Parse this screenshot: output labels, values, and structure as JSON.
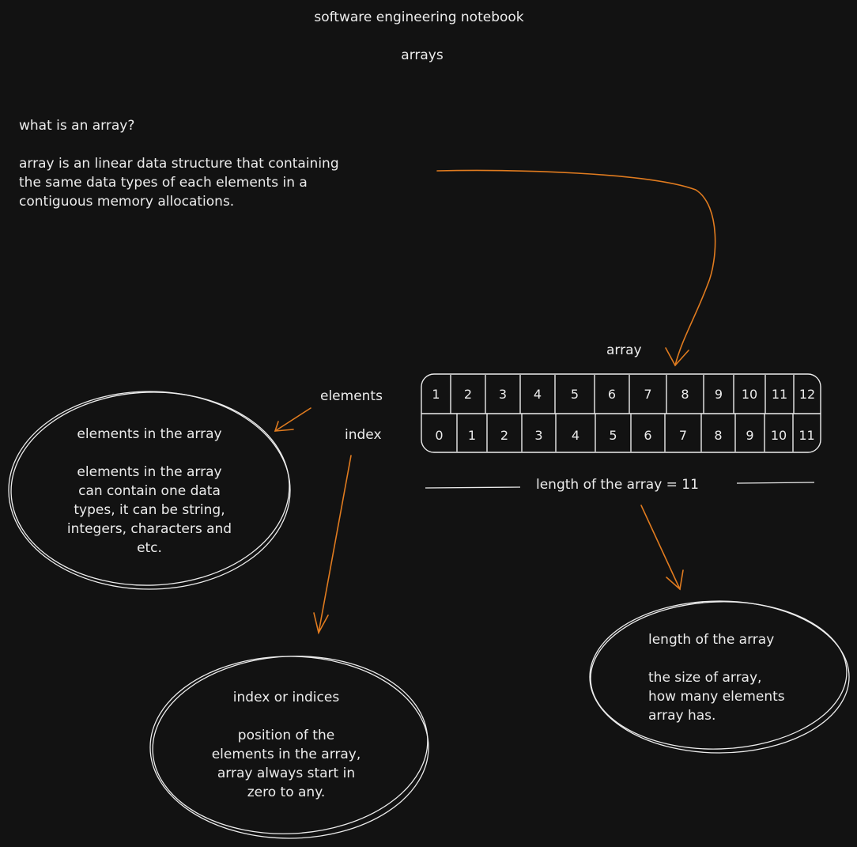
{
  "header": {
    "title": "software engineering notebook",
    "subtitle": "arrays"
  },
  "intro": {
    "question": "what is an array?",
    "answer_lines": [
      "array is an linear data structure that containing",
      "the same data types of each elements in a",
      "contiguous memory allocations."
    ]
  },
  "array_diagram": {
    "label": "array",
    "elements_label": "elements",
    "index_label": "index",
    "elements": [
      "1",
      "2",
      "3",
      "4",
      "5",
      "6",
      "7",
      "8",
      "9",
      "10",
      "11",
      "12"
    ],
    "indices": [
      "0",
      "1",
      "2",
      "3",
      "4",
      "5",
      "6",
      "7",
      "8",
      "9",
      "10",
      "11"
    ],
    "length_caption": "length of the array = 11"
  },
  "bubbles": {
    "elements": {
      "title": "elements in the array",
      "body_lines": [
        "elements in the array",
        "can contain one data",
        "types, it can be string,",
        "integers, characters and",
        "etc."
      ]
    },
    "index": {
      "title": "index or indices",
      "body_lines": [
        "position of the",
        "elements in the array,",
        "array always start in",
        "zero to any."
      ]
    },
    "length": {
      "title": "length of the array",
      "body_lines": [
        "the size of array,",
        "how many elements",
        "array has."
      ]
    }
  },
  "colors": {
    "background": "#121212",
    "ink": "#ececec",
    "arrow": "#e07b1f"
  }
}
